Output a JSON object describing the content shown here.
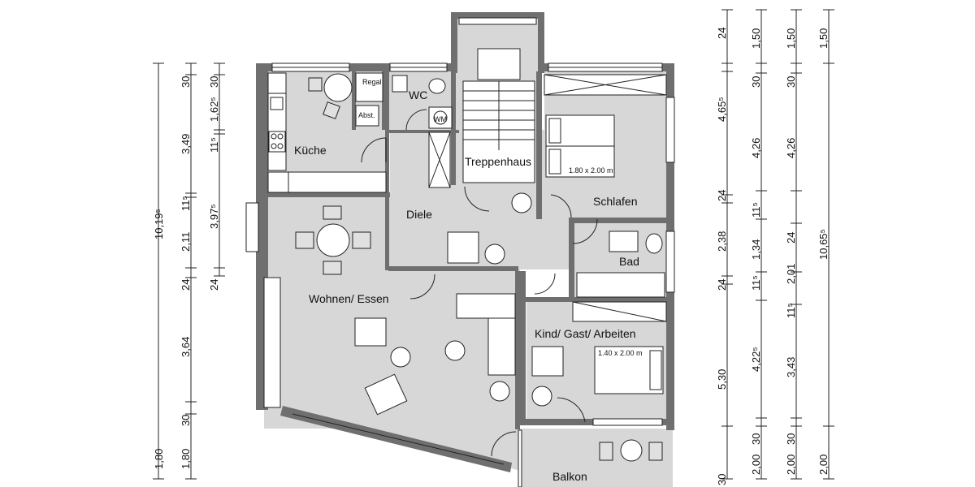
{
  "rooms": {
    "kitchen": "Küche",
    "wc": "WC",
    "shelf": "Regal",
    "storage": "Abst.",
    "washer": "WM",
    "stairs": "Treppenhaus",
    "bedroom": "Schlafen",
    "hall": "Diele",
    "bath": "Bad",
    "living": "Wohnen/ Essen",
    "kid": "Kind/ Gast/ Arbeiten",
    "balcony": "Balkon"
  },
  "beds": {
    "bed1": "1.80 x 2.00 m",
    "bed2": "1.40 x 2.00 m"
  },
  "dims_left": {
    "overall": "10,19⁵",
    "c1": [
      "30",
      "3,49",
      "11⁵",
      "2,11",
      "24",
      "3,64",
      "30",
      "1,80"
    ],
    "c2": [
      "30",
      "1,62⁵",
      "11⁵",
      "3,97⁵",
      "24"
    ],
    "c3_bottom": "1,80"
  },
  "dims_right": {
    "c1": [
      "24",
      "4,65⁵",
      "24",
      "2,38",
      "24",
      "5,30",
      "30"
    ],
    "c2": [
      "1,50",
      "30",
      "4,26",
      "11⁵",
      "1,34",
      "11⁵",
      "4,22⁵",
      "2,00",
      "30"
    ],
    "c3": [
      "1,50",
      "30",
      "4,26",
      "24",
      "2,01",
      "11⁵",
      "3,43",
      "2,00",
      "30"
    ],
    "c4": [
      "1,50",
      "10,65⁵",
      "2,00"
    ]
  }
}
